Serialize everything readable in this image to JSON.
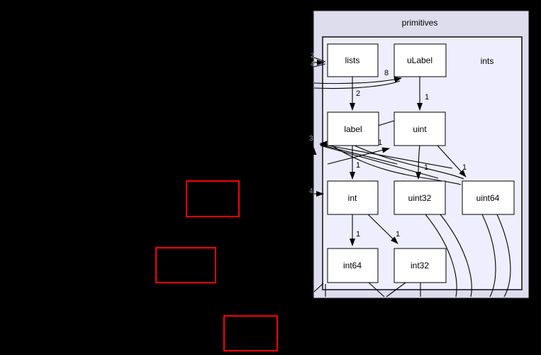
{
  "graph": {
    "clusters": {
      "outer": {
        "label": "primitives"
      },
      "inner": {
        "label": "ints"
      }
    },
    "nodes": {
      "lists": {
        "label": "lists"
      },
      "uLabel": {
        "label": "uLabel"
      },
      "label": {
        "label": "label"
      },
      "uint": {
        "label": "uint"
      },
      "int": {
        "label": "int"
      },
      "uint32": {
        "label": "uint32"
      },
      "uint64": {
        "label": "uint64"
      },
      "int64": {
        "label": "int64"
      },
      "int32": {
        "label": "int32"
      }
    },
    "edge_labels": {
      "lists_to_label": "2",
      "ulabel_to_uint": "1",
      "label_to_int": "1",
      "uint_to_uint32": "1",
      "to_uint64": "1",
      "int_to_int64": "1",
      "int_to_int32": "1",
      "to_uint": "1",
      "to_ulabel": "8",
      "to_int": "4",
      "exit_left": "3",
      "clipped_left_a": "2",
      "clipped_left_b": "4"
    },
    "colors": {
      "page_background": "#000000",
      "outer_cluster_fill": "#ddddee",
      "inner_cluster_fill": "#eeeeff",
      "node_fill": "#ffffff",
      "node_border": "#000000",
      "edge_color": "#000000",
      "external_node_border": "#ff0000"
    }
  }
}
